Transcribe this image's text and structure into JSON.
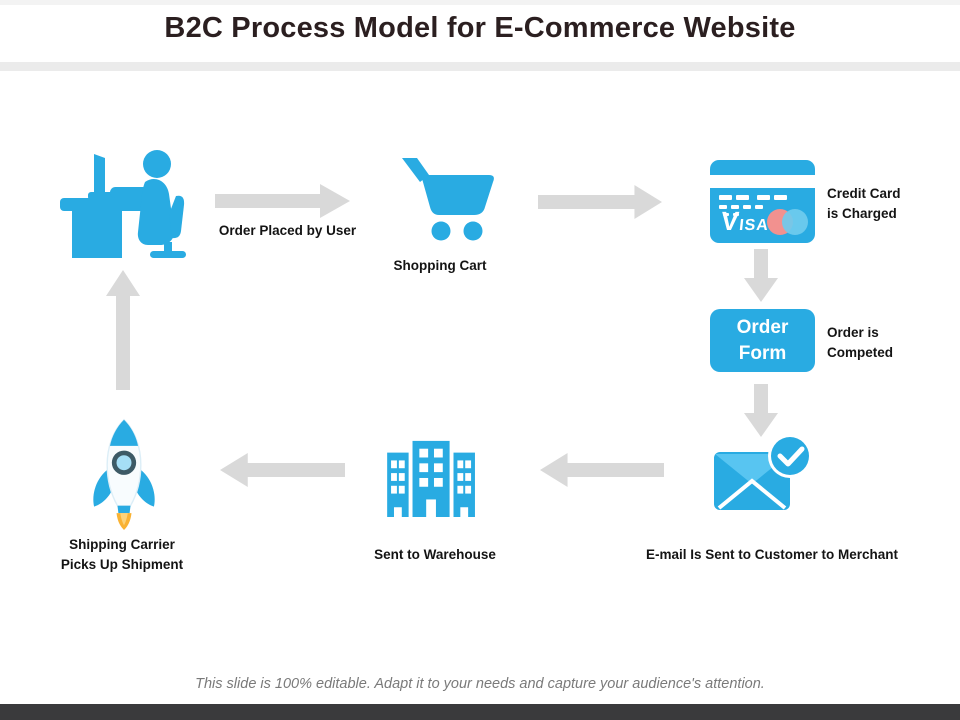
{
  "title": "B2C Process Model for E-Commerce Website",
  "footer_note": "This slide is 100% editable. Adapt it to your needs and capture your audience's attention.",
  "colors": {
    "primary_blue": "#29ABE2",
    "light_blue": "#58C5F1",
    "arrow_gray": "#D9D9D9",
    "title_text": "#2B1F20",
    "label_text": "#141414",
    "footer_text": "#7A7A7A",
    "bottom_bar": "#3A3A3C",
    "flame_orange": "#F9B233",
    "card_circle_pink": "#F2918F",
    "card_circle_blue": "#6FCBEE"
  },
  "steps": [
    {
      "icon": "person-at-desk-icon",
      "label": "Order Placed by User"
    },
    {
      "icon": "shopping-cart-icon",
      "label": "Shopping Cart"
    },
    {
      "icon": "credit-card-icon",
      "label": "Credit Card is Charged",
      "card_brand": "VISA"
    },
    {
      "icon": "order-form-box",
      "box_text": "Order Form",
      "label": "Order is Competed"
    },
    {
      "icon": "email-check-icon",
      "label": "E-mail Is Sent to Customer to Merchant"
    },
    {
      "icon": "warehouse-icon",
      "label": "Sent to Warehouse"
    },
    {
      "icon": "rocket-icon",
      "label": "Shipping Carrier Picks Up Shipment"
    }
  ]
}
